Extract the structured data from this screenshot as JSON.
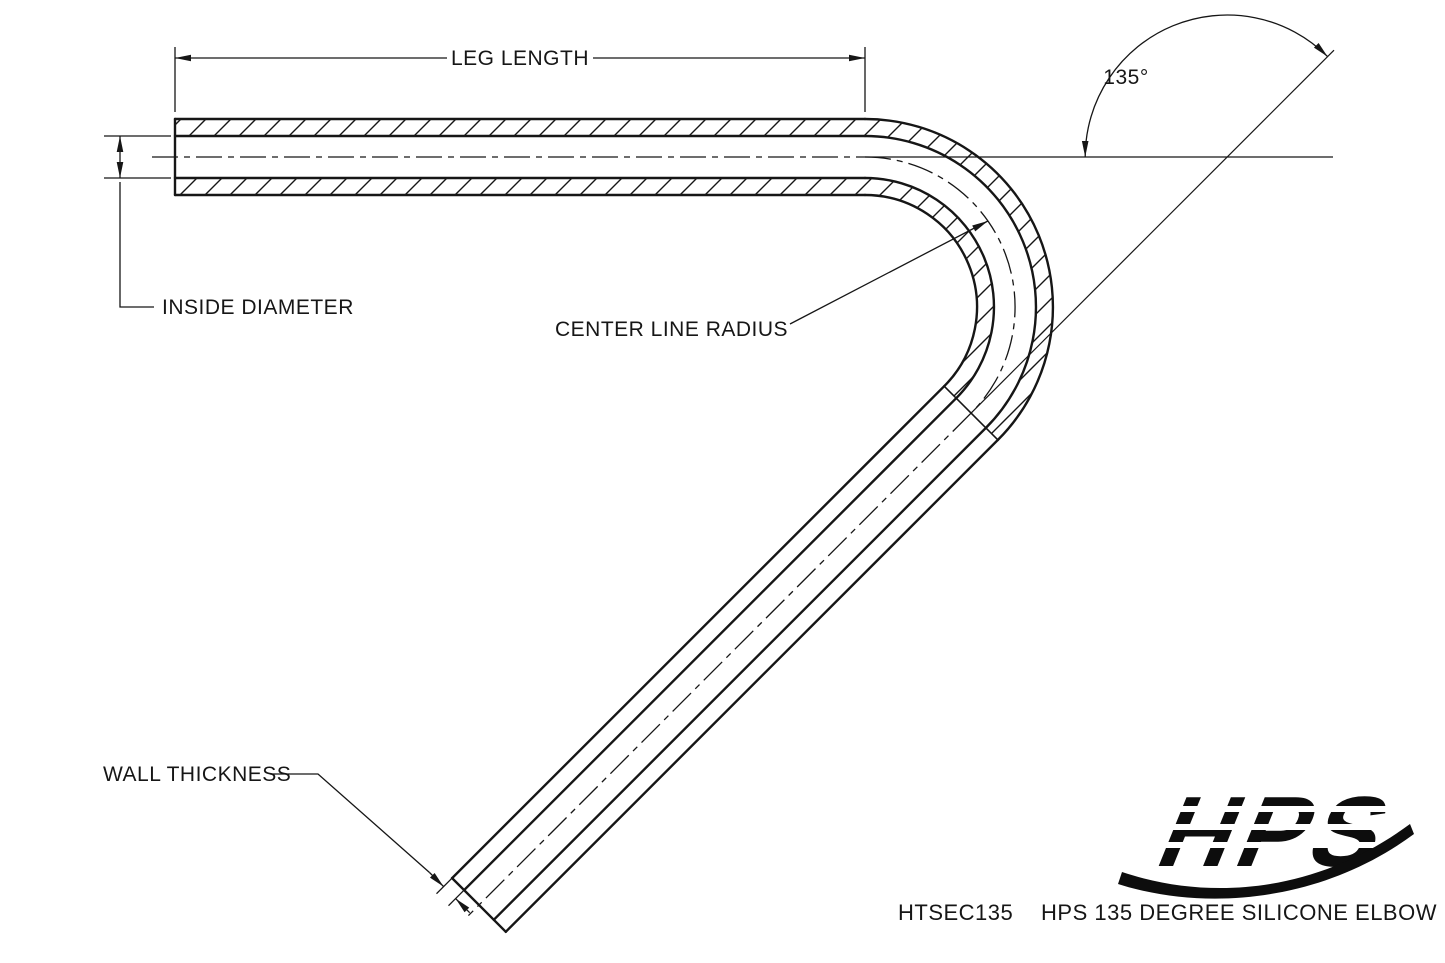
{
  "drawing": {
    "labels": {
      "leg_length": "LEG LENGTH",
      "inside_diameter": "INSIDE DIAMETER",
      "center_line_radius": "CENTER LINE RADIUS",
      "wall_thickness": "WALL THICKNESS",
      "bend_angle": "135°"
    },
    "title_block": {
      "part_number": "HTSEC135",
      "part_description": "HPS 135 DEGREE SILICONE ELBOW",
      "brand": "HPS"
    },
    "colors": {
      "line": "#161616",
      "background": "#ffffff"
    }
  }
}
